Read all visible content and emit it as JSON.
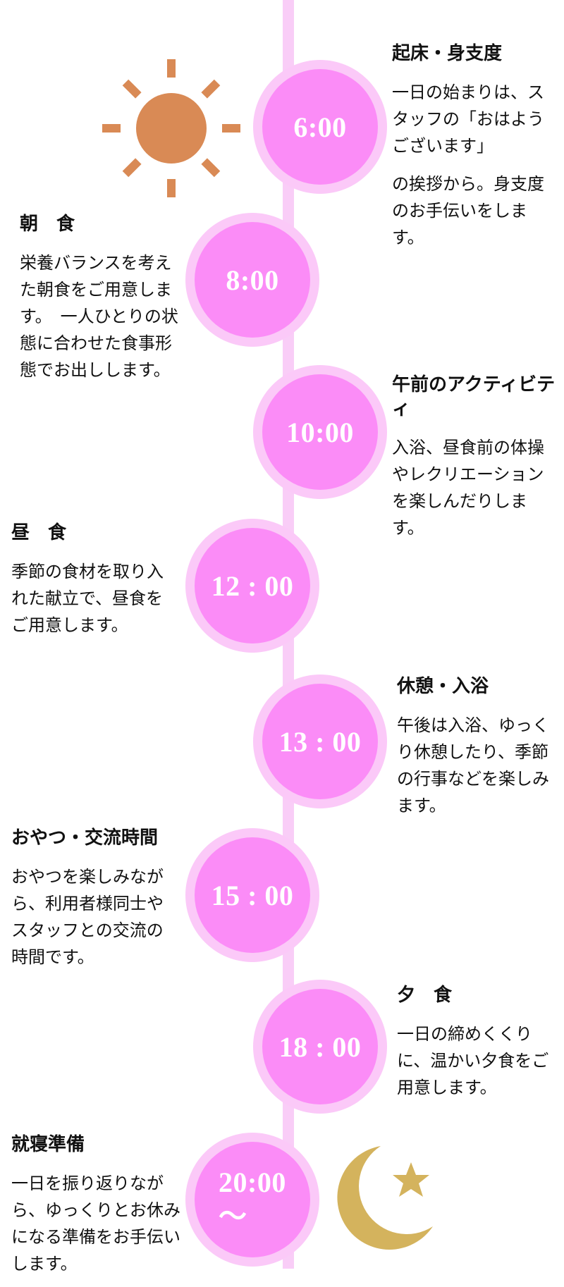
{
  "events": [
    {
      "time": "6:00",
      "title": "起床・身支度",
      "desc": "一日の始まりは、スタッフの「おはようございます」",
      "desc2": "の挨拶から。身支度のお手伝いをします。"
    },
    {
      "time": "8:00",
      "title": "朝　食",
      "desc": "栄養バランスを考えた朝食をご用意します。　一人ひとりの状態に合わせた食事形態でお出しします。"
    },
    {
      "time": "10:00",
      "title": "午前のアクティビティ",
      "desc": "入浴、昼食前の体操やレクリエーションを楽しんだりします。"
    },
    {
      "time": "12 : 00",
      "title": "昼　食",
      "desc": "季節の食材を取り入れた献立で、昼食をご用意します。"
    },
    {
      "time": "13 : 00",
      "title": "休憩・入浴",
      "desc": "午後は入浴、ゆっくり休憩したり、季節の行事などを楽しみます。"
    },
    {
      "time": "15 : 00",
      "title": "おやつ・交流時間",
      "desc": "おやつを楽しみながら、利用者様同士やスタッフとの交流の時間です。"
    },
    {
      "time": "18 : 00",
      "title": "夕　食",
      "desc": "一日の締めくくりに、温かい夕食をご用意します。"
    },
    {
      "time": "20:00",
      "time_suffix": "〜",
      "title": "就寝準備",
      "desc": "一日を振り返りながら、ゆっくりとお休みになる準備をお手伝いします。"
    }
  ],
  "icons": {
    "sun": "sun-icon",
    "moon": "crescent-moon-icon",
    "star": "star-icon"
  },
  "colors": {
    "line": "#f9cdf7",
    "circle_outer": "#fbc9f8",
    "circle_inner": "#fb8cf7",
    "sun": "#d98a55",
    "moon": "#d4b35d"
  }
}
